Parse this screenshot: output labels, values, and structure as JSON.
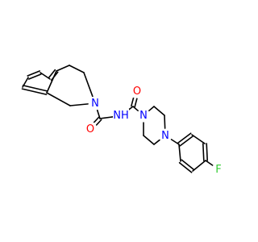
{
  "molecule": {
    "atoms": [
      {
        "id": "c1",
        "x": 0,
        "y": 0,
        "label": "",
        "color": "#000000"
      },
      {
        "id": "c2",
        "x": 0,
        "y": 0,
        "label": "",
        "color": "#000000"
      },
      {
        "id": "c3",
        "x": 0,
        "y": 0,
        "label": "",
        "color": "#000000"
      },
      {
        "id": "c4",
        "x": 0,
        "y": 0,
        "label": "",
        "color": "#000000"
      },
      {
        "id": "c5",
        "x": 0,
        "y": 0,
        "label": "",
        "color": "#000000"
      },
      {
        "id": "c6",
        "x": 0,
        "y": 0,
        "label": "",
        "color": "#000000"
      },
      {
        "id": "c7",
        "x": 0,
        "y": 0,
        "label": "",
        "color": "#000000"
      },
      {
        "id": "c8",
        "x": 0,
        "y": 0,
        "label": "",
        "color": "#000000"
      },
      {
        "id": "n1",
        "x": 0,
        "y": 0,
        "label": "N",
        "color": "#0000ff"
      },
      {
        "id": "c9",
        "x": 0,
        "y": 0,
        "label": "",
        "color": "#000000"
      },
      {
        "id": "c10",
        "x": 0,
        "y": 0,
        "label": "",
        "color": "#000000"
      },
      {
        "id": "o1",
        "x": 0,
        "y": 0,
        "label": "O",
        "color": "#ff0000"
      },
      {
        "id": "c11",
        "x": 0,
        "y": 0,
        "label": "",
        "color": "#000000"
      },
      {
        "id": "n2",
        "x": 0,
        "y": 0,
        "label": "NH",
        "color": "#0000ff"
      },
      {
        "id": "c12",
        "x": 0,
        "y": 0,
        "label": "",
        "color": "#000000"
      },
      {
        "id": "o2",
        "x": 0,
        "y": 0,
        "label": "O",
        "color": "#ff0000"
      },
      {
        "id": "n3",
        "x": 0,
        "y": 0,
        "label": "N",
        "color": "#0000ff"
      },
      {
        "id": "c13",
        "x": 0,
        "y": 0,
        "label": "",
        "color": "#000000"
      },
      {
        "id": "c14",
        "x": 0,
        "y": 0,
        "label": "",
        "color": "#000000"
      },
      {
        "id": "n4",
        "x": 0,
        "y": 0,
        "label": "N",
        "color": "#0000ff"
      },
      {
        "id": "c15",
        "x": 0,
        "y": 0,
        "label": "",
        "color": "#000000"
      },
      {
        "id": "c16",
        "x": 0,
        "y": 0,
        "label": "",
        "color": "#000000"
      },
      {
        "id": "c17",
        "x": 0,
        "y": 0,
        "label": "",
        "color": "#000000"
      },
      {
        "id": "c18",
        "x": 0,
        "y": 0,
        "label": "",
        "color": "#000000"
      },
      {
        "id": "c19",
        "x": 0,
        "y": 0,
        "label": "",
        "color": "#000000"
      },
      {
        "id": "c20",
        "x": 0,
        "y": 0,
        "label": "",
        "color": "#000000"
      },
      {
        "id": "c21",
        "x": 0,
        "y": 0,
        "label": "",
        "color": "#000000"
      },
      {
        "id": "c22",
        "x": 0,
        "y": 0,
        "label": "",
        "color": "#000000"
      },
      {
        "id": "f1",
        "x": 0,
        "y": 0,
        "label": "F",
        "color": "#33cc33"
      }
    ],
    "bonds": [
      {
        "a": "c1",
        "b": "c2",
        "order": 1
      },
      {
        "a": "c2",
        "b": "c3",
        "order": 2
      },
      {
        "a": "c3",
        "b": "c4",
        "order": 1
      },
      {
        "a": "c4",
        "b": "c5",
        "order": 2
      },
      {
        "a": "c5",
        "b": "c6",
        "order": 1
      },
      {
        "a": "c6",
        "b": "c1",
        "order": 2
      },
      {
        "a": "c5",
        "b": "c7",
        "order": 1
      },
      {
        "a": "c7",
        "b": "c8",
        "order": 1
      },
      {
        "a": "c8",
        "b": "n1",
        "order": 1
      },
      {
        "a": "n1",
        "b": "c9",
        "order": 1
      },
      {
        "a": "c9",
        "b": "c6",
        "order": 1
      },
      {
        "a": "n1",
        "b": "c10",
        "order": 1
      },
      {
        "a": "c10",
        "b": "o1",
        "order": 2
      },
      {
        "a": "c10",
        "b": "c11",
        "order": 1
      },
      {
        "a": "c11",
        "b": "n2",
        "order": 1
      },
      {
        "a": "n2",
        "b": "c12",
        "order": 1
      },
      {
        "a": "c12",
        "b": "o2",
        "order": 2
      },
      {
        "a": "c12",
        "b": "n3",
        "order": 1
      },
      {
        "a": "n3",
        "b": "c13",
        "order": 1
      },
      {
        "a": "c13",
        "b": "c14",
        "order": 1
      },
      {
        "a": "c14",
        "b": "n4",
        "order": 1
      },
      {
        "a": "n4",
        "b": "c15",
        "order": 1
      },
      {
        "a": "c15",
        "b": "c16",
        "order": 1
      },
      {
        "a": "c16",
        "b": "n3",
        "order": 1
      },
      {
        "a": "n4",
        "b": "c17",
        "order": 1
      },
      {
        "a": "c17",
        "b": "c18",
        "order": 2
      },
      {
        "a": "c18",
        "b": "c19",
        "order": 1
      },
      {
        "a": "c19",
        "b": "c20",
        "order": 2
      },
      {
        "a": "c20",
        "b": "c21",
        "order": 1
      },
      {
        "a": "c21",
        "b": "c22",
        "order": 2
      },
      {
        "a": "c22",
        "b": "c17",
        "order": 1
      },
      {
        "a": "c20",
        "b": "f1",
        "order": 1
      }
    ]
  }
}
